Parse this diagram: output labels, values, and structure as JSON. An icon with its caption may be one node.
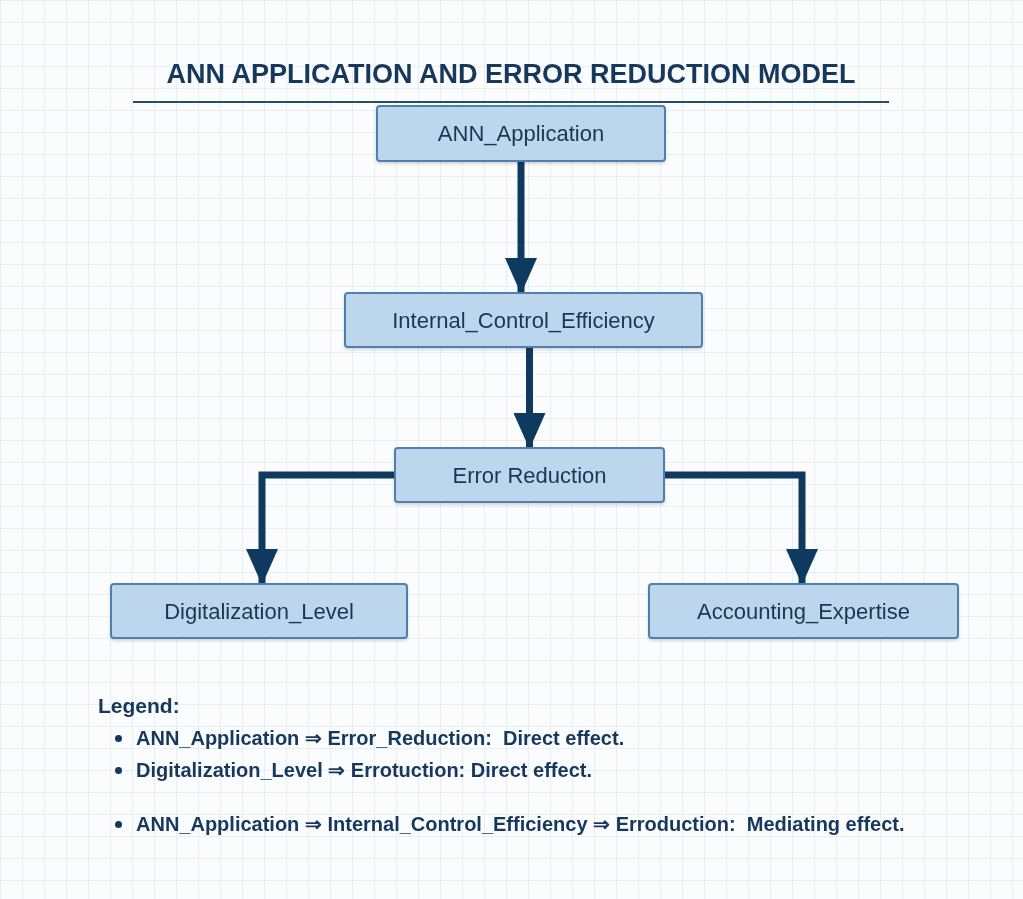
{
  "diagram": {
    "title": "ANN APPLICATION AND ERROR REDUCTION MODEL",
    "nodes": [
      {
        "text": [
          "ANN_Application"
        ]
      },
      {
        "text": [
          "Internal_Control_Efficiency"
        ]
      },
      {
        "text": [
          "Error Reduction"
        ]
      },
      {
        "text": [
          "Digitalization_Level"
        ]
      },
      {
        "text": [
          "Accounting_Expertise"
        ]
      }
    ],
    "edges": [
      {
        "from": 0,
        "to": 1,
        "arrow": "to"
      },
      {
        "from": 1,
        "to": 2,
        "arrow": "to"
      },
      {
        "from": 2,
        "to": 3,
        "arrow": "to"
      },
      {
        "from": 2,
        "to": 4,
        "arrow": "to"
      }
    ],
    "labels": [
      "Legend:",
      "ANN_Application ⇒ Error_Reduction:  Direct effect.",
      "Digitalization_Level ⇒ Errotuction: Direct effect.",
      "ANN_Application ⇒ Internal_Control_Efficiency ⇒ Erroduction:  Mediating effect."
    ]
  }
}
